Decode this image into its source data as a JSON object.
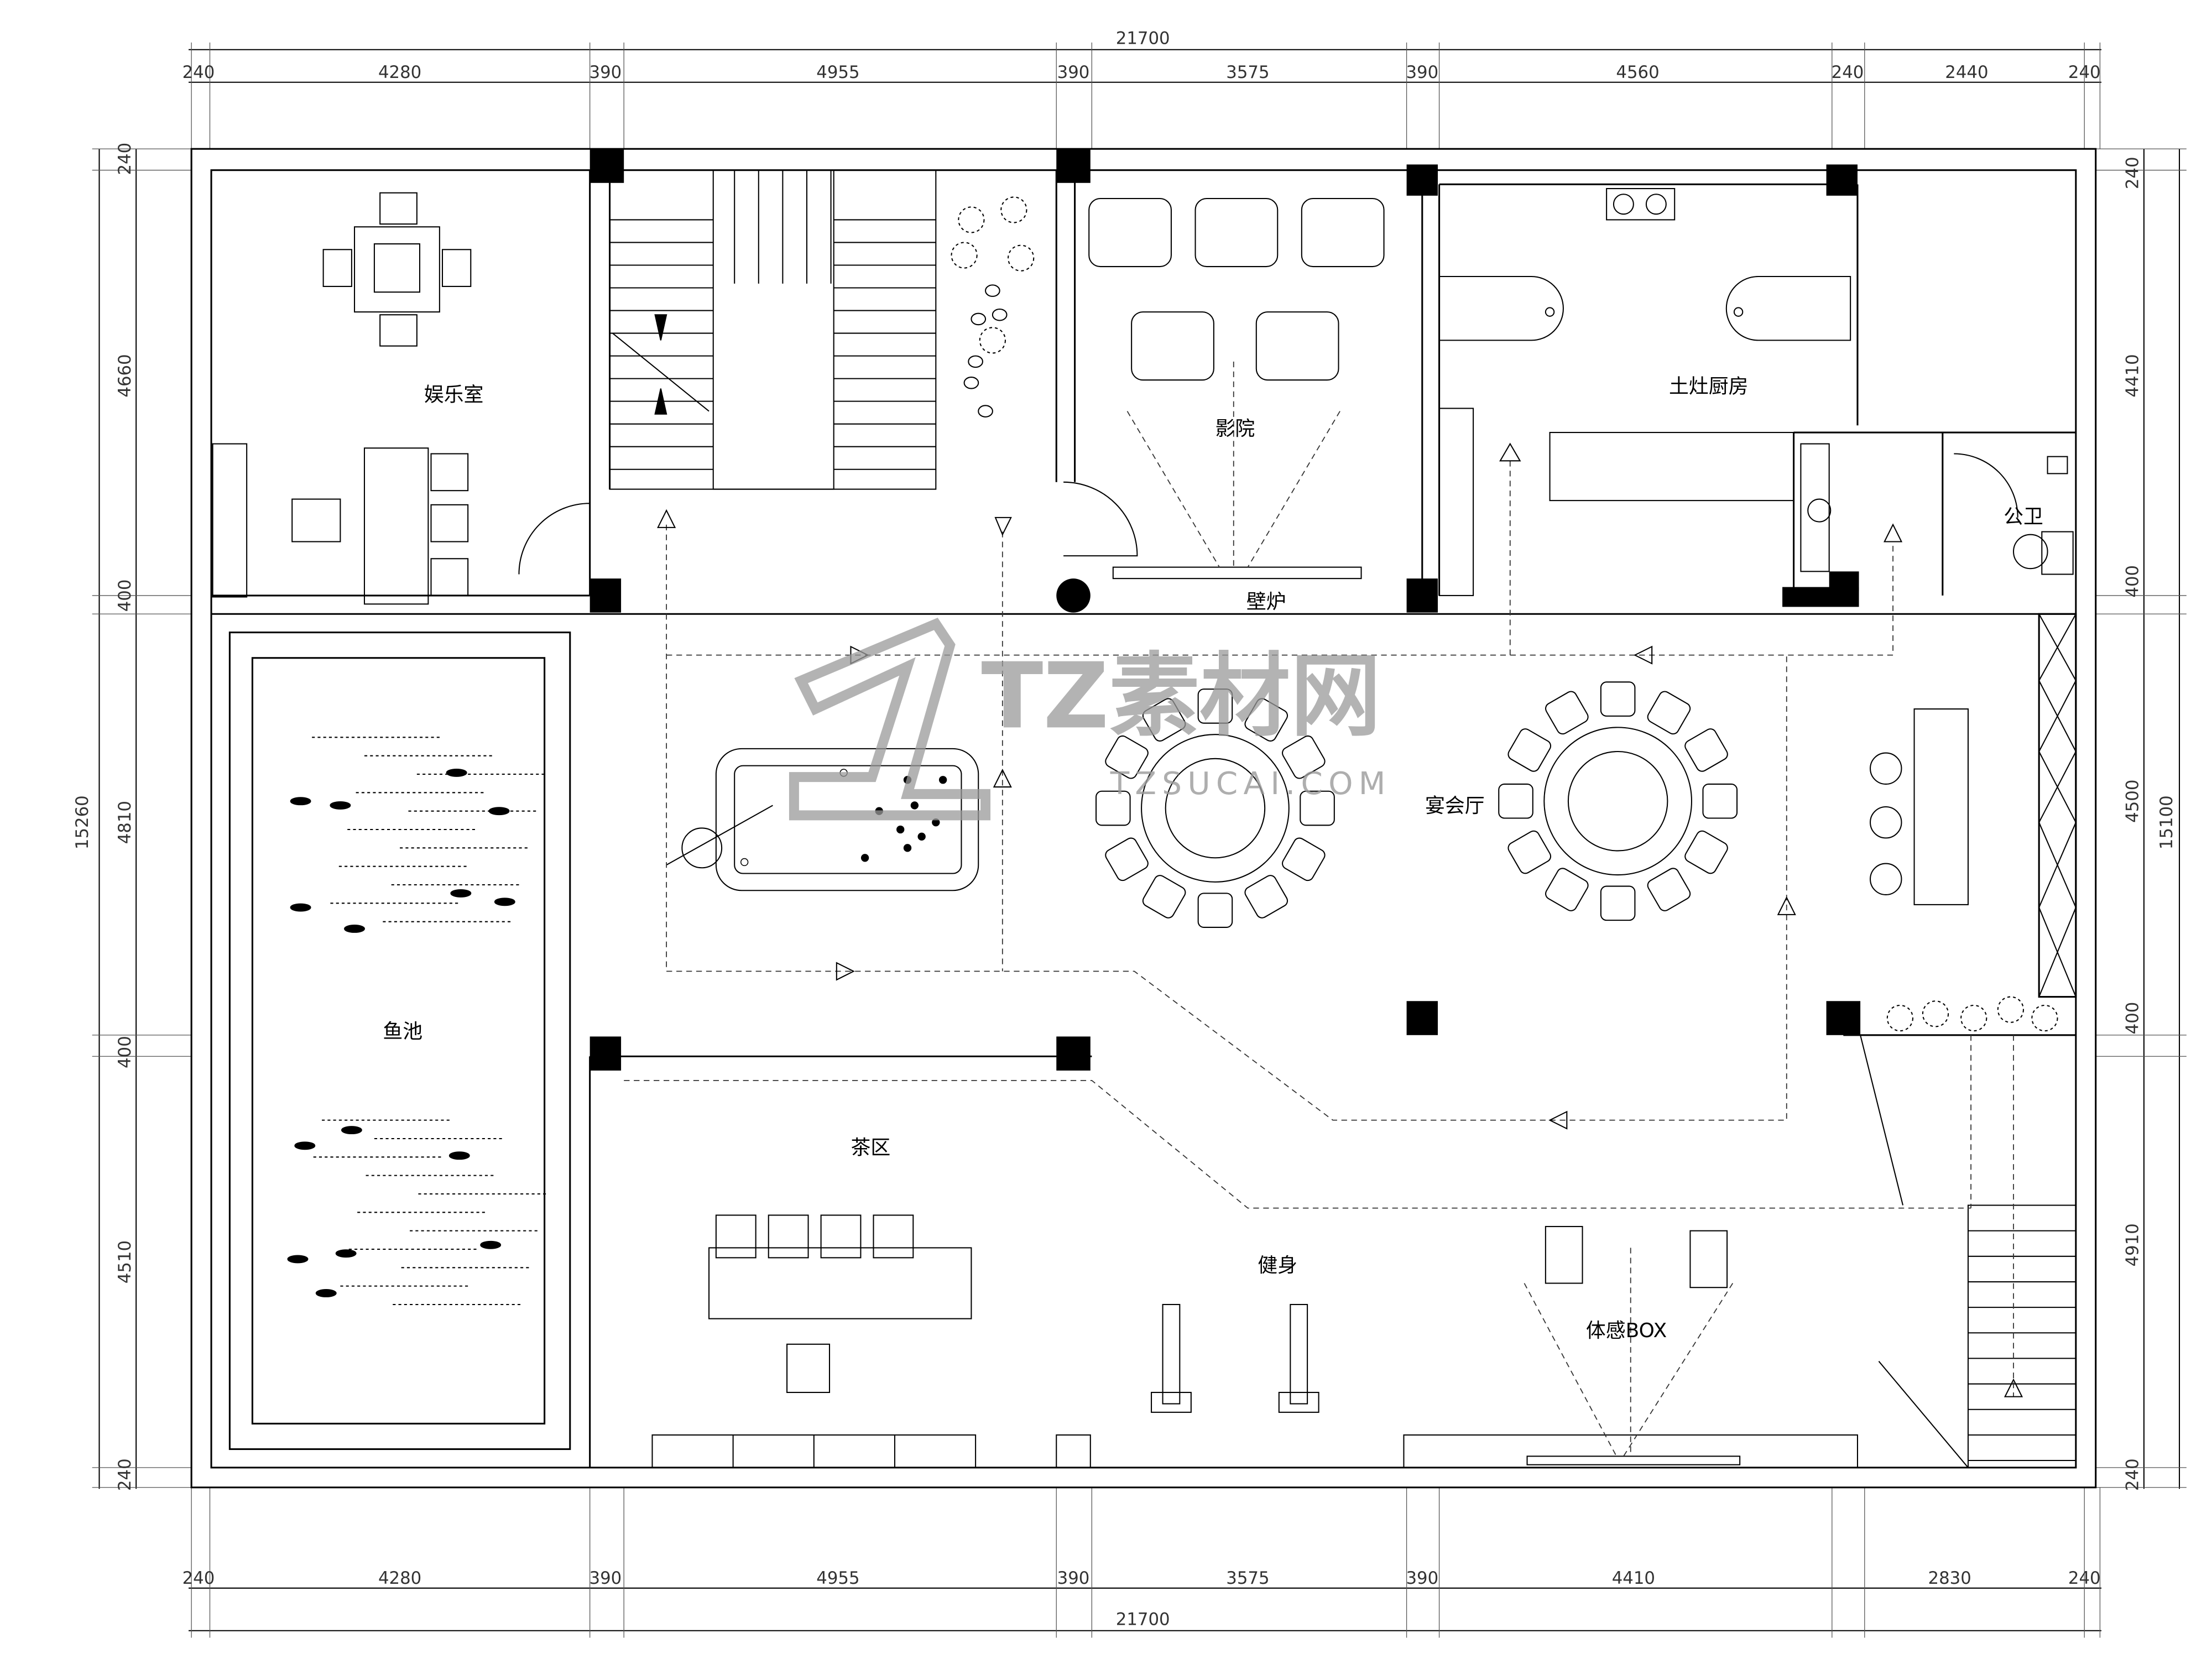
{
  "dimensions": {
    "top_total": "21700",
    "top": [
      "240",
      "4280",
      "390",
      "4955",
      "390",
      "3575",
      "390",
      "4560",
      "240",
      "2440",
      "240"
    ],
    "bottom_total": "21700",
    "bottom": [
      "240",
      "4280",
      "390",
      "4955",
      "390",
      "3575",
      "390",
      "4410",
      "2830",
      "240"
    ],
    "left_total": "15260",
    "left": [
      "240",
      "4660",
      "400",
      "4810",
      "400",
      "4510",
      "240"
    ],
    "right_total": "15100",
    "right": [
      "240",
      "4410",
      "400",
      "4500",
      "400",
      "4910",
      "240"
    ]
  },
  "rooms": {
    "entertainment": "娱乐室",
    "cinema": "影院",
    "kitchen": "土灶厨房",
    "toilet": "公卫",
    "fireplace": "壁炉",
    "banquet": "宴会厅",
    "fishpond": "鱼池",
    "tea": "茶区",
    "fitness": "健身",
    "motion_box": "体感BOX"
  },
  "watermark": {
    "title": "TZ素材网",
    "url": "TZSUCAI.COM"
  }
}
